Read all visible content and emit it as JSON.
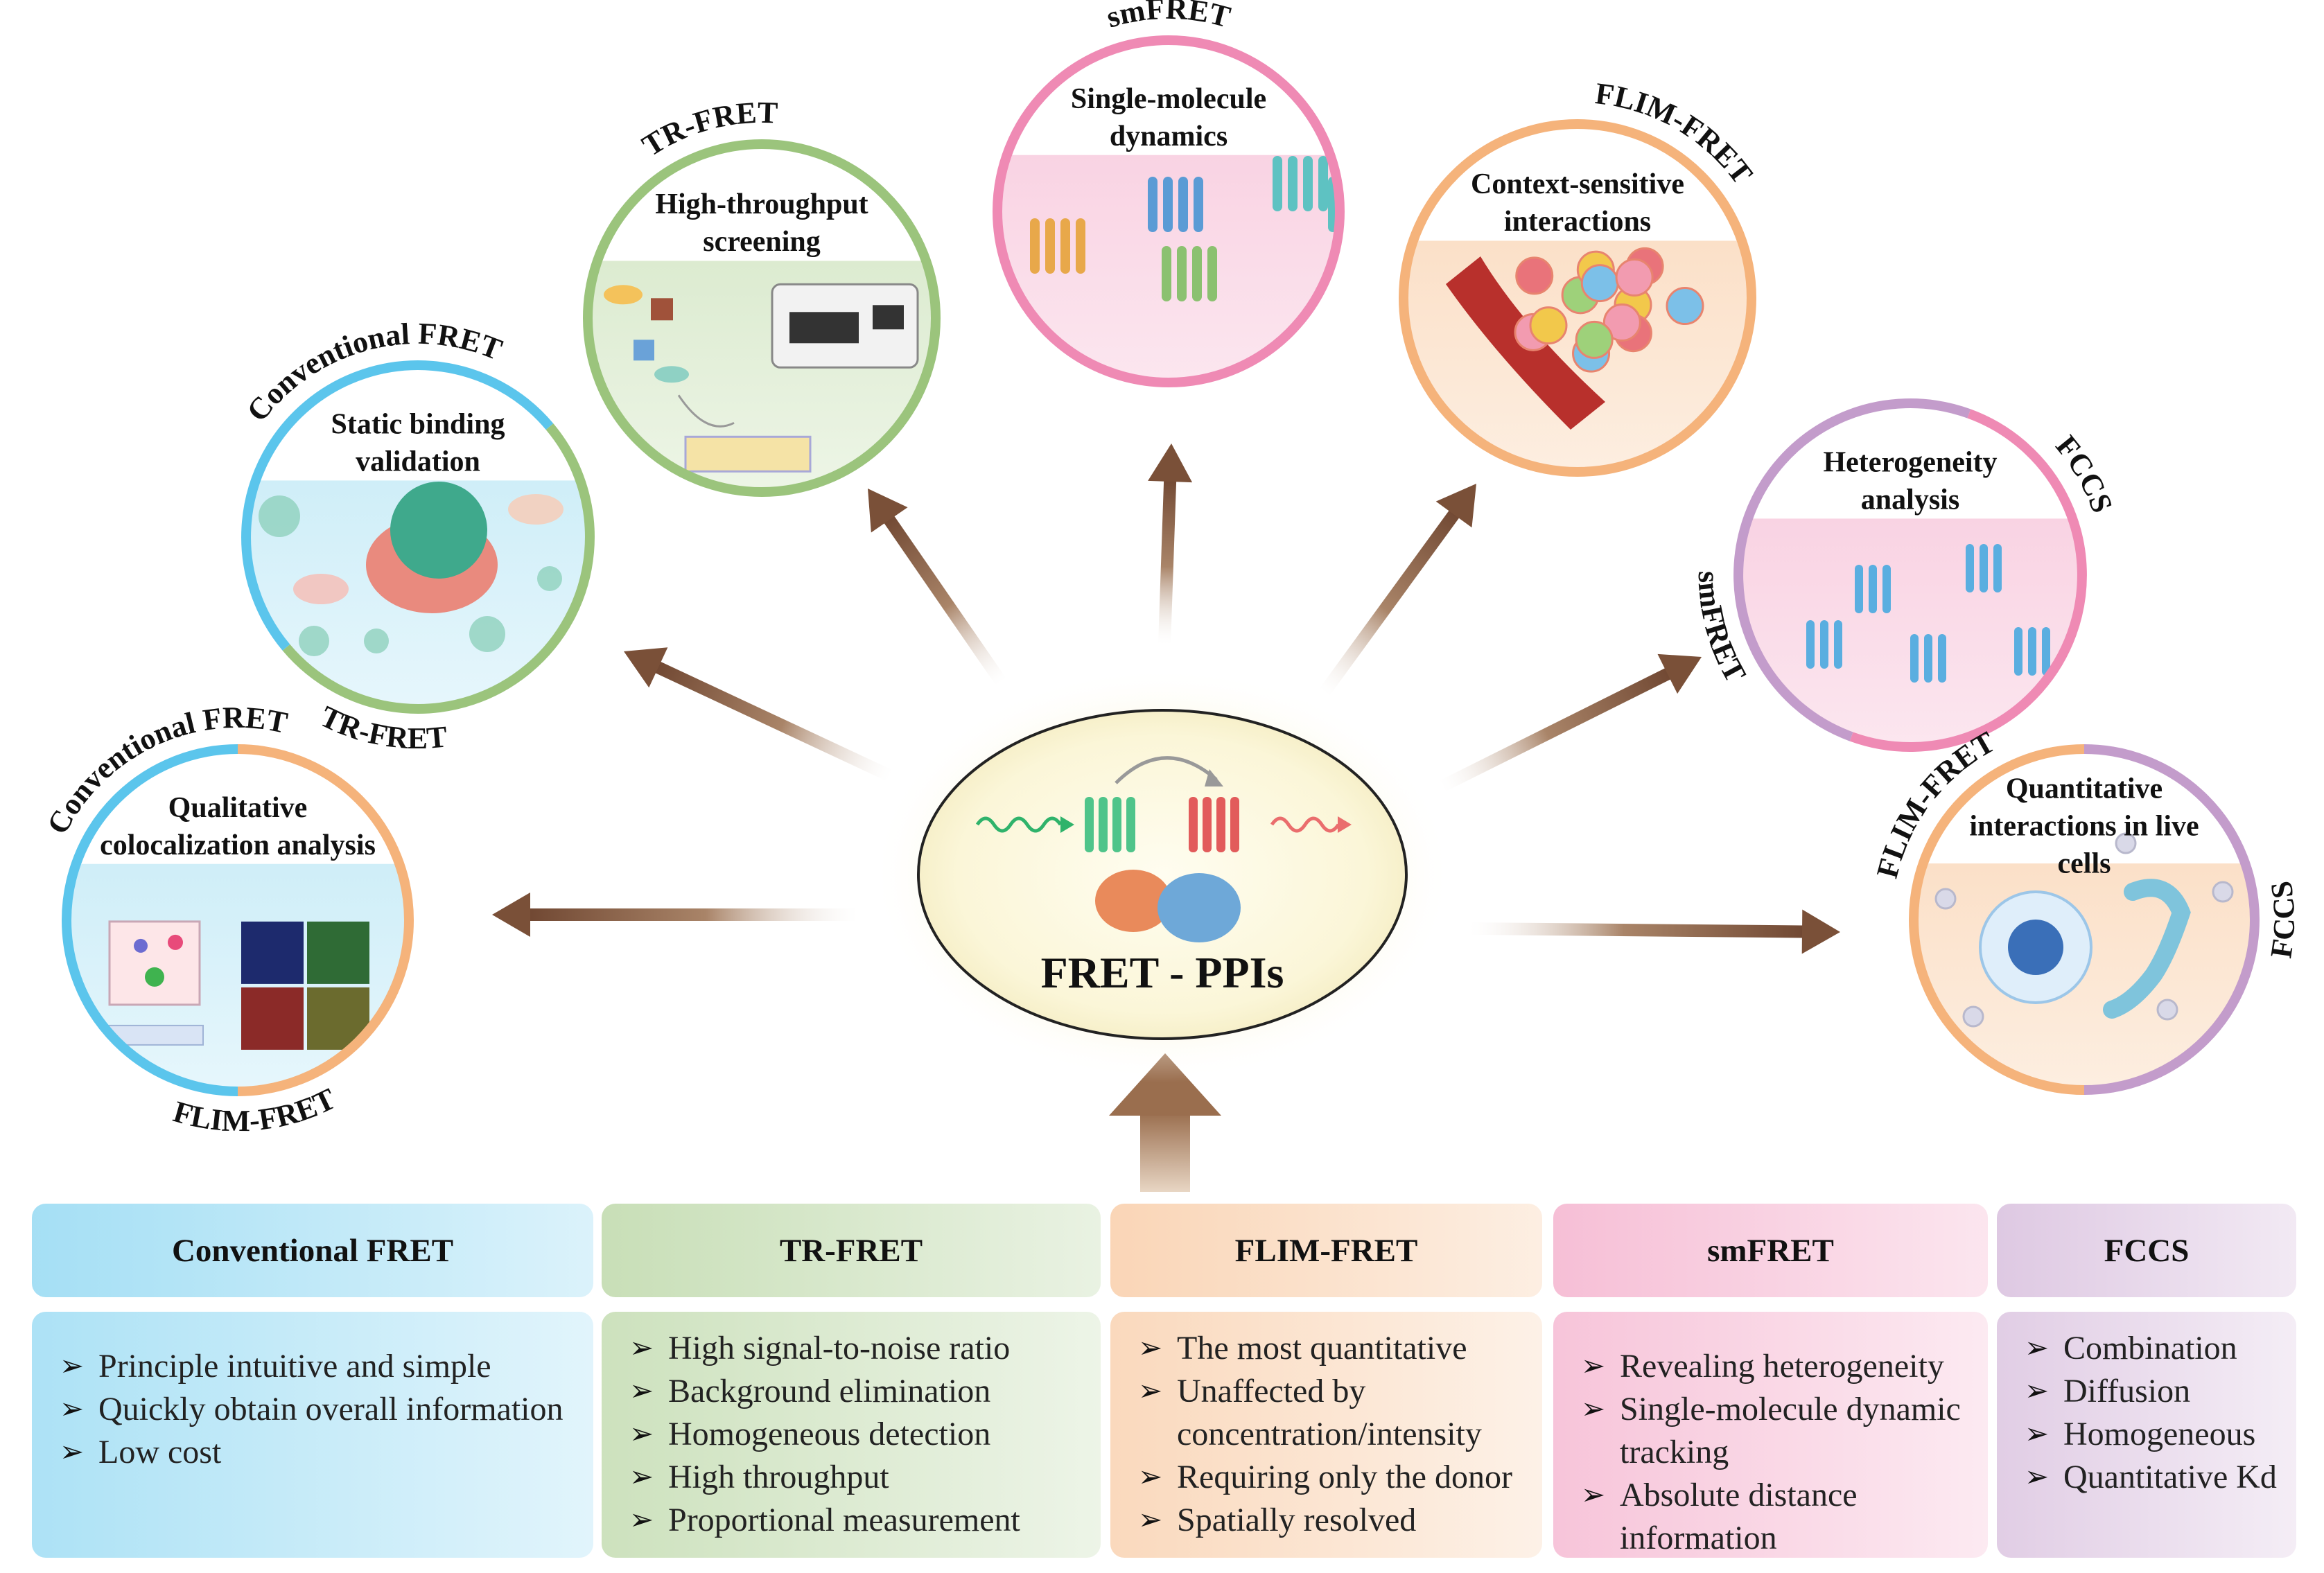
{
  "center": {
    "label": "FRET - PPIs"
  },
  "applications": [
    {
      "id": "qualitative",
      "title_lines": [
        "Qualitative",
        "colocalization analysis"
      ],
      "methods": [
        "Conventional FRET",
        "FLIM-FRET"
      ]
    },
    {
      "id": "static",
      "title_lines": [
        "Static binding",
        "validation"
      ],
      "methods": [
        "Conventional FRET",
        "TR-FRET"
      ]
    },
    {
      "id": "htp",
      "title_lines": [
        "High-throughput",
        "screening"
      ],
      "methods": [
        "TR-FRET"
      ]
    },
    {
      "id": "smd",
      "title_lines": [
        "Single-molecule",
        "dynamics"
      ],
      "methods": [
        "smFRET"
      ]
    },
    {
      "id": "context",
      "title_lines": [
        "Context-sensitive",
        "interactions"
      ],
      "methods": [
        "FLIM-FRET"
      ]
    },
    {
      "id": "hetero",
      "title_lines": [
        "Heterogeneity",
        "analysis"
      ],
      "methods": [
        "FCCS",
        "smFRET"
      ]
    },
    {
      "id": "quant",
      "title_lines": [
        "Quantitative",
        "interactions in live",
        "cells"
      ],
      "methods": [
        "FLIM-FRET",
        "FCCS"
      ]
    }
  ],
  "techniques": [
    {
      "name": "Conventional FRET",
      "color": "#5bc5ec",
      "features": [
        "Principle intuitive and simple",
        "Quickly obtain overall information",
        "Low cost"
      ]
    },
    {
      "name": "TR-FRET",
      "color": "#9bc47c",
      "features": [
        "High signal-to-noise ratio",
        "Background elimination",
        "Homogeneous detection",
        "High throughput",
        "Proportional measurement"
      ]
    },
    {
      "name": "FLIM-FRET",
      "color": "#f5b37b",
      "features": [
        "The most quantitative",
        "Unaffected by concentration/intensity",
        "Requiring only the donor",
        "Spatially resolved"
      ]
    },
    {
      "name": "smFRET",
      "color": "#ef8ab4",
      "features": [
        "Revealing heterogeneity",
        "Single-molecule dynamic tracking",
        "Absolute distance information"
      ]
    },
    {
      "name": "FCCS",
      "color": "#c39ccb",
      "features": [
        "Combination",
        "Diffusion",
        "Homogeneous",
        "Quantitative Kd"
      ]
    }
  ],
  "colors": {
    "conventional": "#5bc5ec",
    "tr": "#9bc47c",
    "flim": "#f5b37b",
    "sm": "#ef8ab4",
    "fccs": "#c39ccb",
    "arrow": "#7a5038"
  }
}
